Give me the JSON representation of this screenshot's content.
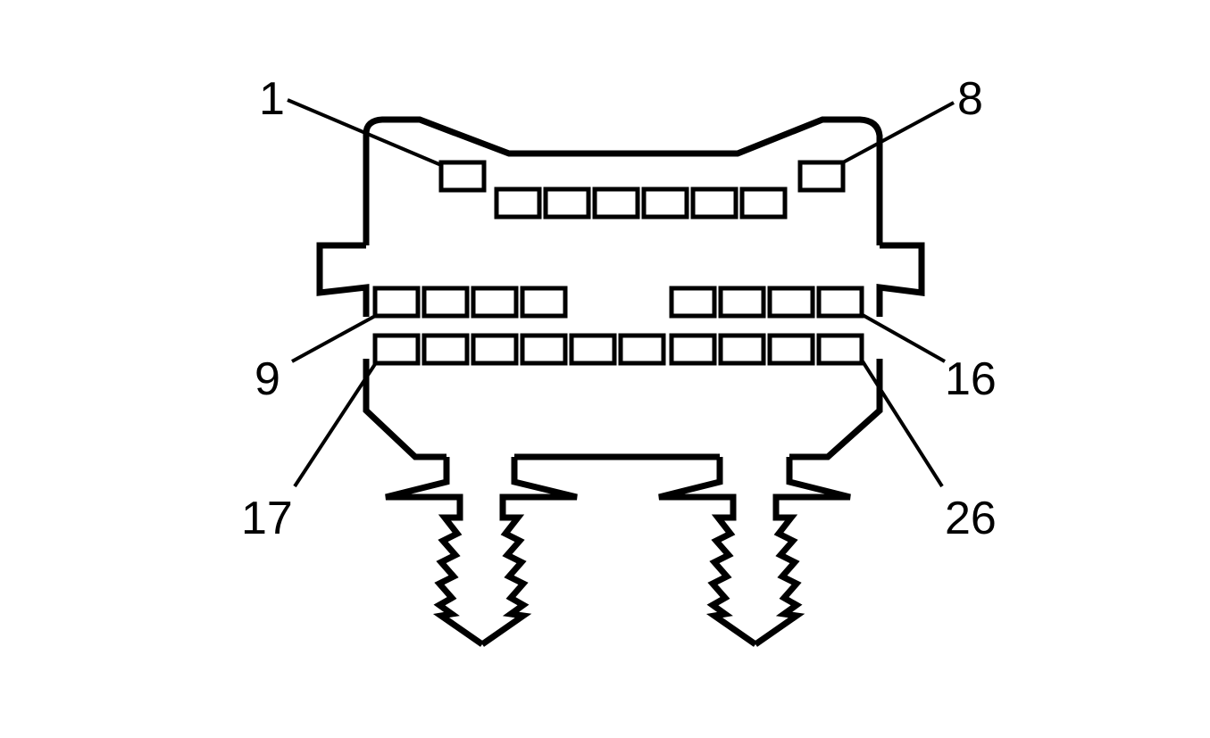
{
  "diagram": {
    "callouts": {
      "pin_1": "1",
      "pin_8": "8",
      "pin_9": "9",
      "pin_16": "16",
      "pin_17": "17",
      "pin_26": "26"
    },
    "pin_rows": [
      {
        "name": "top",
        "pins": 8
      },
      {
        "name": "middle",
        "pins": 8
      },
      {
        "name": "bottom",
        "pins": 10
      }
    ]
  }
}
